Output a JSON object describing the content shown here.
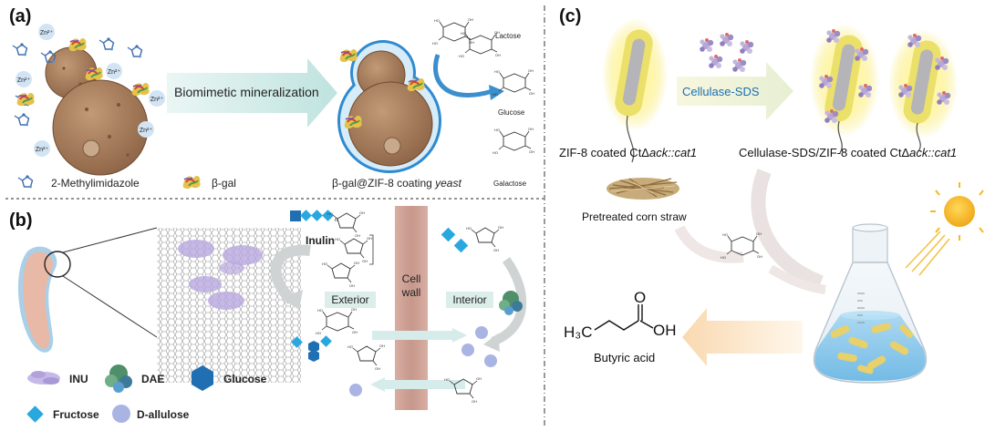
{
  "panels": {
    "a": {
      "label": "(a)",
      "ions": [
        "Zn²⁺",
        "Zn²⁺",
        "Zn²⁺",
        "Zn²⁺",
        "Zn²⁺",
        "Zn²⁺"
      ],
      "process_label": "Biomimetic mineralization",
      "product_label_prefix": "β-gal@ZIF-8 coating ",
      "product_label_italic": "yeast",
      "legend": [
        "2-Methylimidazole",
        "β-gal"
      ],
      "sugars": [
        "Lactose",
        "Glucose",
        "Galactose"
      ]
    },
    "b": {
      "label": "(b)",
      "inulin_label": "Inulin",
      "exterior_label": "Exterior",
      "cell_wall_label_line1": "Cell",
      "cell_wall_label_line2": "wall",
      "interior_label": "Interior",
      "legend": [
        "INU",
        "DAE",
        "Glucose",
        "Fructose",
        "D-allulose"
      ]
    },
    "c": {
      "label": "(c)",
      "process_label": "Cellulase-SDS",
      "cell_label_left_prefix": "ZIF-8 coated CtΔ",
      "cell_label_left_italic": "ack::cat1",
      "cell_label_right_prefix": "Cellulase-SDS/ZIF-8 coated CtΔ",
      "cell_label_right_italic": "ack::cat1",
      "substrate_label": "Pretreated corn straw",
      "product_label": "Butyric acid",
      "formula_h3c": "H₃C",
      "formula_o": "O",
      "formula_oh": "OH"
    }
  },
  "colors": {
    "yeast": "#a67b5b",
    "blue_coating": "#3c9ad6",
    "zif_shell": "#d9ecf7",
    "cell_wall": "#c9988d",
    "glucose": "#1f6fb2",
    "fructose": "#29a8e0",
    "allulose": "#a9b4e3",
    "inu": "#b9a8e0",
    "dae": "#4f8f6a",
    "bacterium_glow": "#f7e86a",
    "arrow_teal": "#bfe3df",
    "arrow_orange": "#fbe3c3",
    "sun": "#f5b921"
  }
}
